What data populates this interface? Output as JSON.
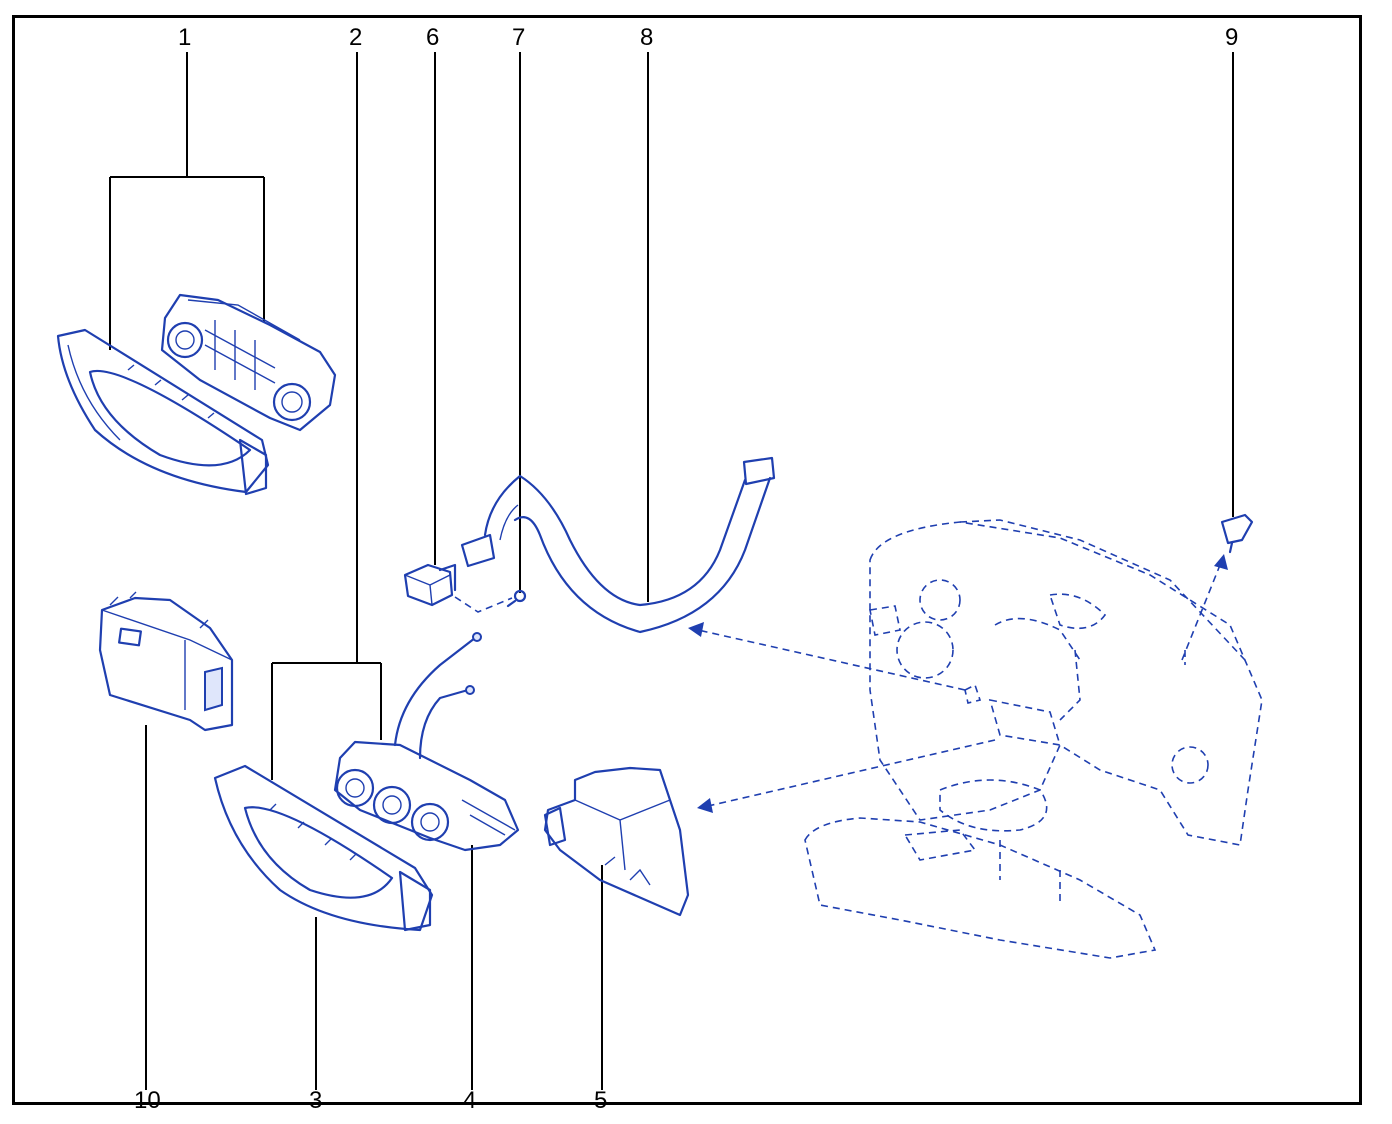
{
  "diagram": {
    "callouts": {
      "c1": "1",
      "c2": "2",
      "c3": "3",
      "c4": "4",
      "c5": "5",
      "c6": "6",
      "c7": "7",
      "c8": "8",
      "c9": "9",
      "c10": "10"
    },
    "colors": {
      "line": "#1f3fb0",
      "fill": "#dfe6fb",
      "leader": "#000000",
      "frame": "#000000"
    }
  }
}
